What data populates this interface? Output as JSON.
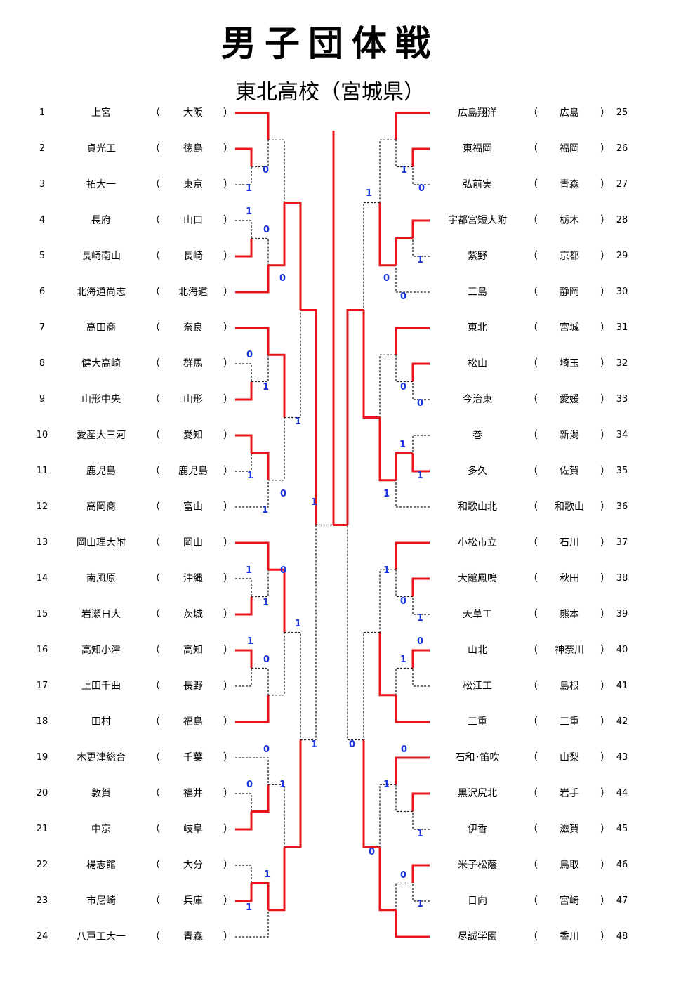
{
  "title": "男子団体戦",
  "champion": "東北高校（宮城県）",
  "colors": {
    "winner_line": "#e8141c",
    "loser_line": "#222222",
    "score": "#1a34e0"
  },
  "punct": {
    "open": "（",
    "close": "）"
  },
  "teams_left": [
    {
      "num": "1",
      "name": "上宮",
      "pref": "大阪"
    },
    {
      "num": "2",
      "name": "貞光工",
      "pref": "徳島"
    },
    {
      "num": "3",
      "name": "拓大一",
      "pref": "東京"
    },
    {
      "num": "4",
      "name": "長府",
      "pref": "山口"
    },
    {
      "num": "5",
      "name": "長崎南山",
      "pref": "長崎"
    },
    {
      "num": "6",
      "name": "北海道尚志",
      "pref": "北海道"
    },
    {
      "num": "7",
      "name": "高田商",
      "pref": "奈良"
    },
    {
      "num": "8",
      "name": "健大高崎",
      "pref": "群馬"
    },
    {
      "num": "9",
      "name": "山形中央",
      "pref": "山形"
    },
    {
      "num": "10",
      "name": "愛産大三河",
      "pref": "愛知"
    },
    {
      "num": "11",
      "name": "鹿児島",
      "pref": "鹿児島"
    },
    {
      "num": "12",
      "name": "高岡商",
      "pref": "富山"
    },
    {
      "num": "13",
      "name": "岡山理大附",
      "pref": "岡山"
    },
    {
      "num": "14",
      "name": "南風原",
      "pref": "沖縄"
    },
    {
      "num": "15",
      "name": "岩瀬日大",
      "pref": "茨城"
    },
    {
      "num": "16",
      "name": "高知小津",
      "pref": "高知"
    },
    {
      "num": "17",
      "name": "上田千曲",
      "pref": "長野"
    },
    {
      "num": "18",
      "name": "田村",
      "pref": "福島"
    },
    {
      "num": "19",
      "name": "木更津総合",
      "pref": "千葉"
    },
    {
      "num": "20",
      "name": "敦賀",
      "pref": "福井"
    },
    {
      "num": "21",
      "name": "中京",
      "pref": "岐阜"
    },
    {
      "num": "22",
      "name": "楊志館",
      "pref": "大分"
    },
    {
      "num": "23",
      "name": "市尼崎",
      "pref": "兵庫"
    },
    {
      "num": "24",
      "name": "八戸工大一",
      "pref": "青森"
    }
  ],
  "teams_right": [
    {
      "num": "25",
      "name": "広島翔洋",
      "pref": "広島"
    },
    {
      "num": "26",
      "name": "東福岡",
      "pref": "福岡"
    },
    {
      "num": "27",
      "name": "弘前実",
      "pref": "青森"
    },
    {
      "num": "28",
      "name": "宇都宮短大附",
      "pref": "栃木"
    },
    {
      "num": "29",
      "name": "紫野",
      "pref": "京都"
    },
    {
      "num": "30",
      "name": "三島",
      "pref": "静岡"
    },
    {
      "num": "31",
      "name": "東北",
      "pref": "宮城"
    },
    {
      "num": "32",
      "name": "松山",
      "pref": "埼玉"
    },
    {
      "num": "33",
      "name": "今治東",
      "pref": "愛媛"
    },
    {
      "num": "34",
      "name": "巻",
      "pref": "新潟"
    },
    {
      "num": "35",
      "name": "多久",
      "pref": "佐賀"
    },
    {
      "num": "36",
      "name": "和歌山北",
      "pref": "和歌山"
    },
    {
      "num": "37",
      "name": "小松市立",
      "pref": "石川"
    },
    {
      "num": "38",
      "name": "大館鳳鳴",
      "pref": "秋田"
    },
    {
      "num": "39",
      "name": "天草工",
      "pref": "熊本"
    },
    {
      "num": "40",
      "name": "山北",
      "pref": "神奈川"
    },
    {
      "num": "41",
      "name": "松江工",
      "pref": "島根"
    },
    {
      "num": "42",
      "name": "三重",
      "pref": "三重"
    },
    {
      "num": "43",
      "name": "石和･笛吹",
      "pref": "山梨"
    },
    {
      "num": "44",
      "name": "黒沢尻北",
      "pref": "岩手"
    },
    {
      "num": "45",
      "name": "伊香",
      "pref": "滋賀"
    },
    {
      "num": "46",
      "name": "米子松蔭",
      "pref": "鳥取"
    },
    {
      "num": "47",
      "name": "日向",
      "pref": "宮崎"
    },
    {
      "num": "48",
      "name": "尽誠学園",
      "pref": "香川"
    }
  ],
  "scores": [
    "0",
    "1",
    "1",
    "0",
    "0",
    "1",
    "0",
    "1",
    "1",
    "0",
    "1",
    "1",
    "1",
    "1",
    "0",
    "1",
    "1",
    "0",
    "1",
    "0",
    "0",
    "1",
    "1",
    "1",
    "1",
    "0",
    "1",
    "1",
    "0",
    "0",
    "0",
    "0",
    "1",
    "1",
    "1",
    "0",
    "1",
    "0",
    "1",
    "1",
    "0",
    "0",
    "1",
    "1",
    "0",
    "0",
    "1",
    "0",
    "1"
  ]
}
